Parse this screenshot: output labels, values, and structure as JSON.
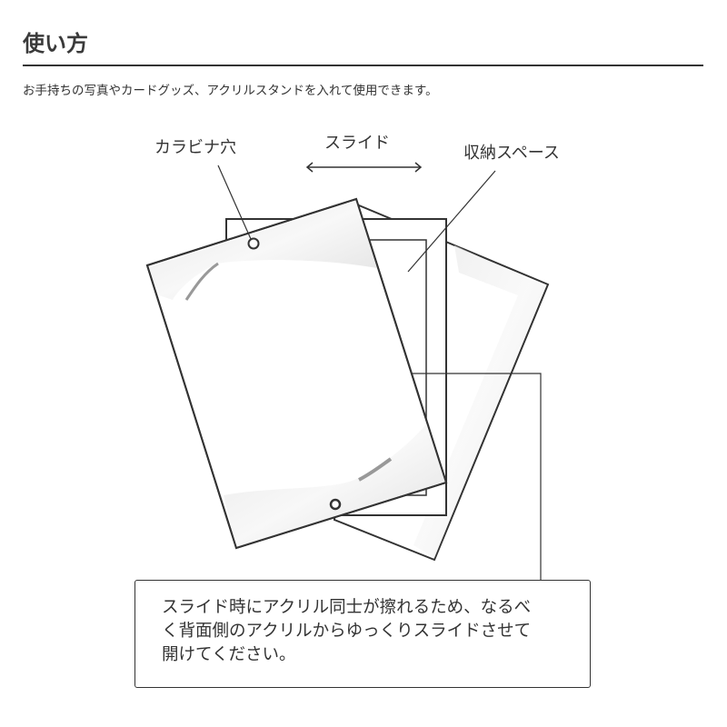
{
  "header": {
    "title": "使い方",
    "subtitle": "お手持ちの写真やカードグッズ、アクリルスタンドを入れて使用できます。"
  },
  "diagram": {
    "labels": {
      "carabiner_hole": "カラビナ穴",
      "slide": "スライド",
      "storage_space": "収納スペース"
    },
    "note_lines": [
      "スライド時にアクリル同士が擦れるため、なるべ",
      "く背面側のアクリルからゆっくりスライドさせて",
      "開けてください。"
    ]
  }
}
